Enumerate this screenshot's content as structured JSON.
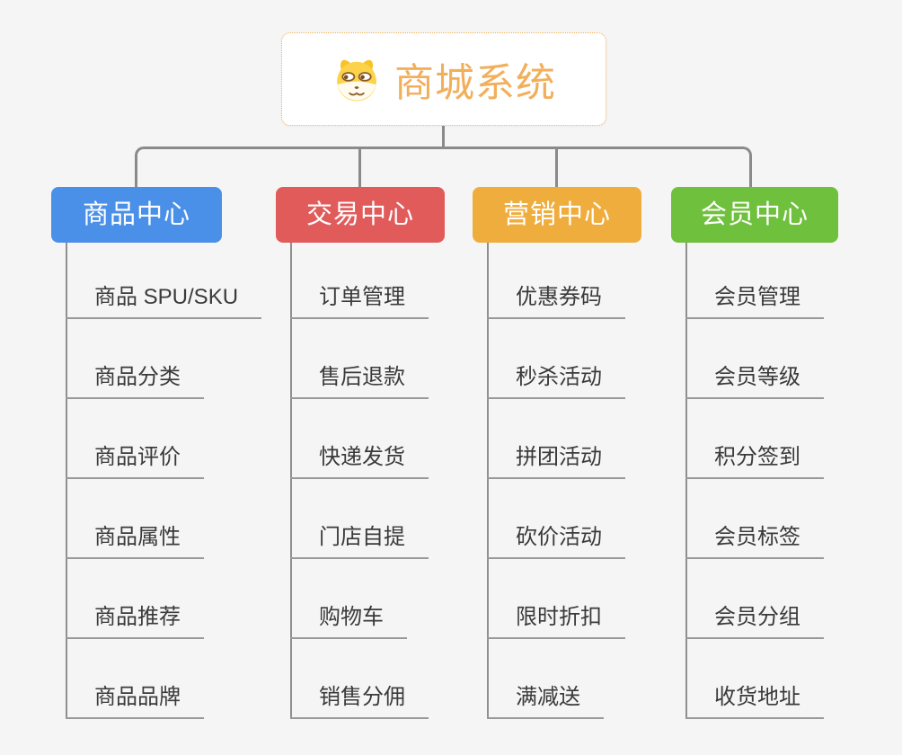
{
  "root": {
    "title": "商城系统",
    "icon": "dog-face-icon"
  },
  "branches": [
    {
      "id": "product-center",
      "label": "商品中心",
      "color": "#4A90E8",
      "children": [
        "商品 SPU/SKU",
        "商品分类",
        "商品评价",
        "商品属性",
        "商品推荐",
        "商品品牌"
      ]
    },
    {
      "id": "trade-center",
      "label": "交易中心",
      "color": "#E25B5B",
      "children": [
        "订单管理",
        "售后退款",
        "快递发货",
        "门店自提",
        "购物车",
        "销售分佣"
      ]
    },
    {
      "id": "marketing-center",
      "label": "营销中心",
      "color": "#EFAD3E",
      "children": [
        "优惠券码",
        "秒杀活动",
        "拼团活动",
        "砍价活动",
        "限时折扣",
        "满减送"
      ]
    },
    {
      "id": "member-center",
      "label": "会员中心",
      "color": "#6FC03D",
      "children": [
        "会员管理",
        "会员等级",
        "积分签到",
        "会员标签",
        "会员分组",
        "收货地址"
      ]
    }
  ],
  "colors": {
    "background": "#F5F5F5",
    "connector": "#8A8A8A",
    "leaf_underline": "#999999",
    "leaf_text": "#3A3A3A",
    "root_accent": "#F2AF5B",
    "root_border": "#F5AE54"
  }
}
